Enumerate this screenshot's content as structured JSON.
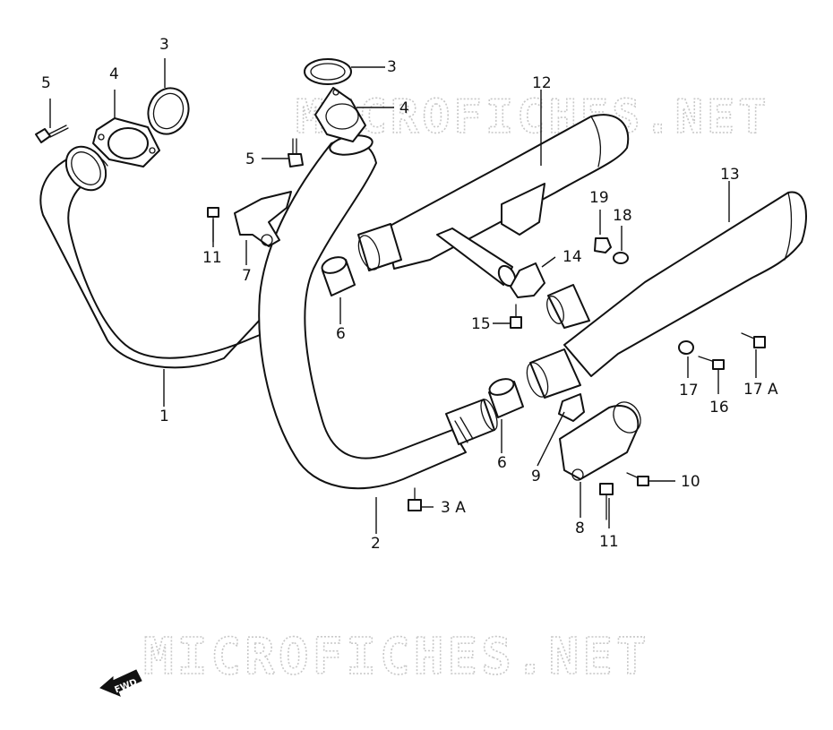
{
  "watermark": {
    "text": "MICROFICHES.NET",
    "color": "#c8c8c8"
  },
  "direction_marker": {
    "label": "FWD",
    "icon": "arrow-left-icon"
  },
  "callouts": [
    {
      "id": "c1",
      "label": "1"
    },
    {
      "id": "c2",
      "label": "2"
    },
    {
      "id": "c3a",
      "label": "3"
    },
    {
      "id": "c3b",
      "label": "3"
    },
    {
      "id": "c3A",
      "label": "3 A"
    },
    {
      "id": "c4a",
      "label": "4"
    },
    {
      "id": "c4b",
      "label": "4"
    },
    {
      "id": "c5a",
      "label": "5"
    },
    {
      "id": "c5b",
      "label": "5"
    },
    {
      "id": "c6a",
      "label": "6"
    },
    {
      "id": "c6b",
      "label": "6"
    },
    {
      "id": "c7",
      "label": "7"
    },
    {
      "id": "c8",
      "label": "8"
    },
    {
      "id": "c9",
      "label": "9"
    },
    {
      "id": "c10",
      "label": "10"
    },
    {
      "id": "c11a",
      "label": "11"
    },
    {
      "id": "c11b",
      "label": "11"
    },
    {
      "id": "c12",
      "label": "12"
    },
    {
      "id": "c13",
      "label": "13"
    },
    {
      "id": "c14",
      "label": "14"
    },
    {
      "id": "c15",
      "label": "15"
    },
    {
      "id": "c16",
      "label": "16"
    },
    {
      "id": "c17",
      "label": "17"
    },
    {
      "id": "c17A",
      "label": "17 A"
    },
    {
      "id": "c18",
      "label": "18"
    },
    {
      "id": "c19",
      "label": "19"
    }
  ]
}
